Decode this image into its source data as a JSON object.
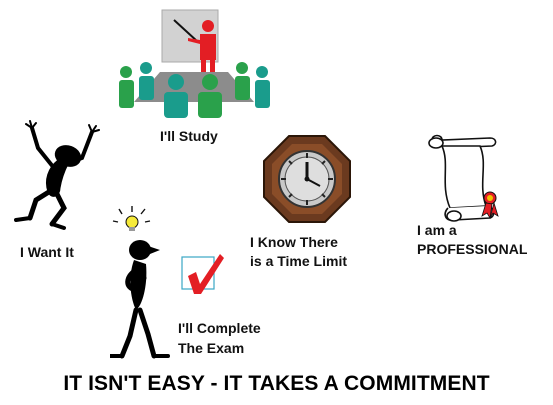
{
  "labels": {
    "study": "I'll Study",
    "want": "I Want It",
    "time_line1": "I Know There",
    "time_line2": "is a Time Limit",
    "prof_line1": "I am a",
    "prof_line2": "PROFESSIONAL",
    "exam_line1": "I'll Complete",
    "exam_line2": "The Exam"
  },
  "banner": "IT ISN'T EASY - IT TAKES A COMMITMENT",
  "colors": {
    "teal": "#1a9c8c",
    "green": "#2aa14b",
    "red": "#e31e24",
    "clock_wood": "#6b3a1f",
    "board": "#d2d2d2",
    "figure": "#000000"
  },
  "icons": {
    "classroom": "classroom-lecture-icon",
    "person_joy": "jumping-person-icon",
    "clock": "octagon-clock-icon",
    "diploma": "diploma-scroll-icon",
    "thinker": "idea-person-icon",
    "check": "red-checkmark-icon"
  }
}
